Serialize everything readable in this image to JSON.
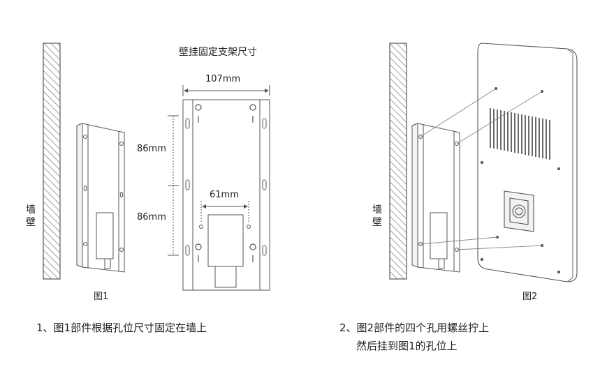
{
  "bracket_title": "壁挂固定支架尺寸",
  "dims": {
    "width": "107mm",
    "upper_height": "86mm",
    "lower_height": "86mm",
    "hole_spacing": "61mm"
  },
  "figure1": {
    "wall_label_1": "墙",
    "wall_label_2": "壁",
    "caption": "图1"
  },
  "figure2": {
    "wall_label_1": "墙",
    "wall_label_2": "壁",
    "caption": "图2"
  },
  "steps": {
    "step1": "1、图1部件根据孔位尺寸固定在墙上",
    "step2_line1": "2、图2部件的四个孔用螺丝拧上",
    "step2_line2": "然后挂到图1的孔位上"
  },
  "colors": {
    "line": "#555555",
    "light_line": "#999999",
    "text": "#1f1f1f"
  }
}
